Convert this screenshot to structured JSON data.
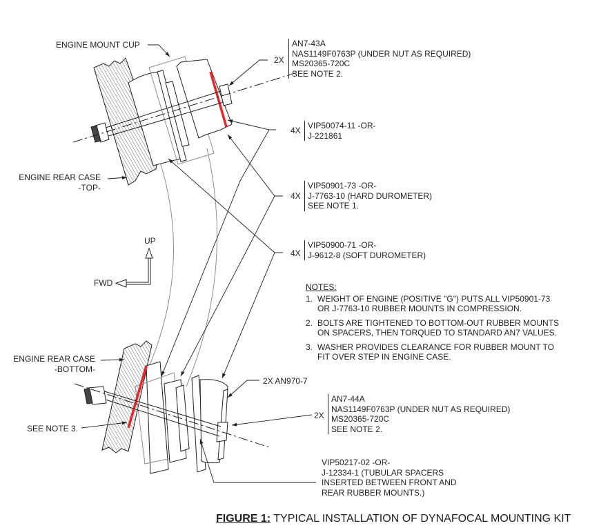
{
  "colors": {
    "ink": "#231f20",
    "seal": "#e8262b",
    "outline_light": "#8c8c8c"
  },
  "labels": {
    "engine_mount_cup": "ENGINE MOUNT CUP",
    "engine_rear_case_top": [
      "ENGINE REAR CASE",
      "-TOP-"
    ],
    "engine_rear_case_bottom": [
      "ENGINE REAR CASE",
      "-BOTTOM-"
    ],
    "see_note_3": "SEE NOTE 3.",
    "up": "UP",
    "fwd": "FWD"
  },
  "callouts": {
    "top_bolt": {
      "qty": "2X",
      "lines": [
        "AN7-43A",
        "NAS1149F0763P (UNDER NUT AS REQUIRED)",
        "MS20365-720C",
        "SEE NOTE 2."
      ]
    },
    "washer": {
      "qty": "4X",
      "lines": [
        "VIP50074-11 -OR-",
        "J-221861"
      ]
    },
    "hard_mount": {
      "qty": "4X",
      "lines": [
        "VIP50901-73  -OR-",
        "J-7763-10 (HARD DUROMETER)",
        "SEE NOTE 1."
      ]
    },
    "soft_mount": {
      "qty": "4X",
      "lines": [
        "VIP50900-71 -OR-",
        "J-9612-8 (SOFT DUROMETER)"
      ]
    },
    "bottom_washer": {
      "text": "2X AN970-7"
    },
    "bottom_bolt": {
      "qty": "2X",
      "lines": [
        "AN7-44A",
        "NAS1149F0763P (UNDER NUT AS REQUIRED)",
        "MS20365-720C",
        "SEE NOTE 2."
      ]
    },
    "spacer": {
      "lines": [
        "VIP50217-02 -OR-",
        "J-12334-1 (TUBULAR SPACERS",
        "INSERTED BETWEEN FRONT AND",
        "REAR RUBBER MOUNTS.)"
      ]
    }
  },
  "notes": {
    "header": "NOTES:",
    "items": [
      {
        "num": "1.",
        "lines": [
          "WEIGHT OF ENGINE (POSITIVE \"G\") PUTS ALL VIP50901-73",
          "OR J-7763-10 RUBBER MOUNTS IN COMPRESSION."
        ]
      },
      {
        "num": "2.",
        "lines": [
          "BOLTS ARE TIGHTENED TO BOTTOM-OUT RUBBER MOUNTS",
          "ON SPACERS, THEN TORQUED TO STANDARD AN7 VALUES."
        ]
      },
      {
        "num": "3.",
        "lines": [
          "WASHER PROVIDES CLEARANCE FOR RUBBER MOUNT TO",
          "FIT OVER STEP IN ENGINE CASE."
        ]
      }
    ]
  },
  "caption": {
    "figure": "FIGURE 1:",
    "title": " TYPICAL INSTALLATION OF DYNAFOCAL MOUNTING KIT"
  }
}
